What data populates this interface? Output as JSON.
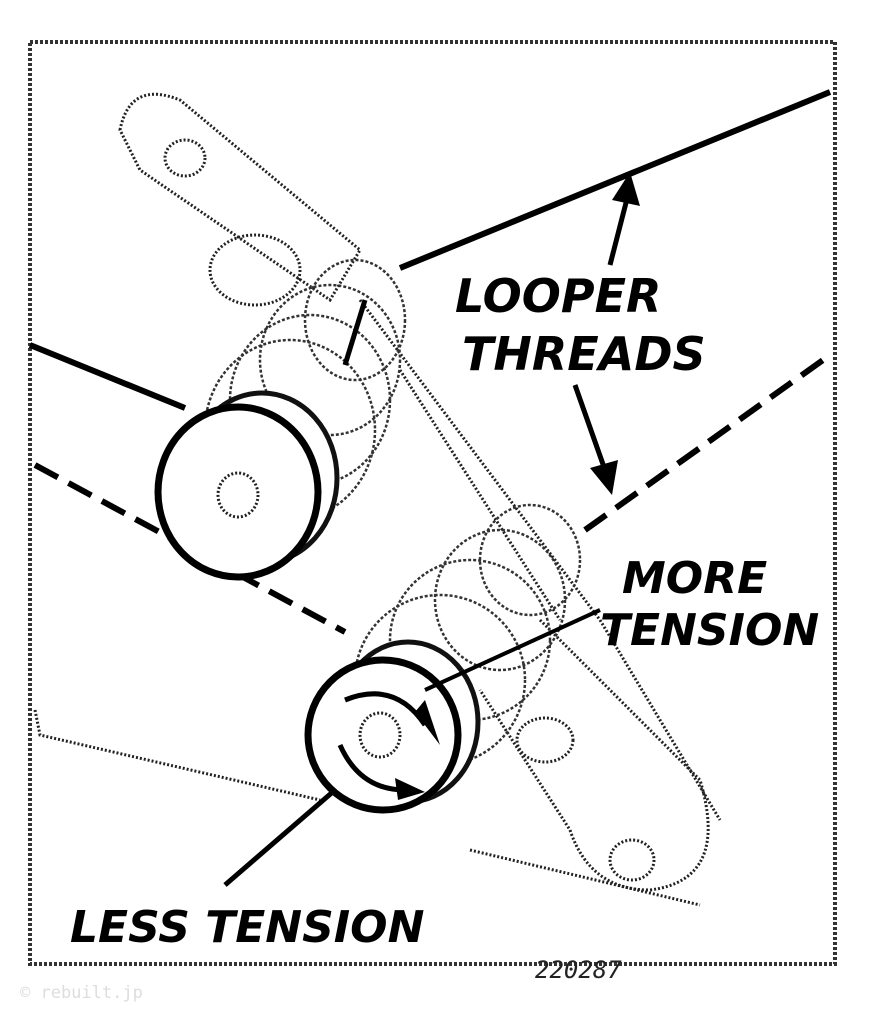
{
  "diagram": {
    "labels": {
      "looper_line1": "LOOPER",
      "looper_line2": "THREADS",
      "more_line1": "MORE",
      "more_line2": "TENSION",
      "less": "LESS TENSION"
    },
    "figure_number": "220287",
    "watermark": "© rebuilt.jp"
  }
}
